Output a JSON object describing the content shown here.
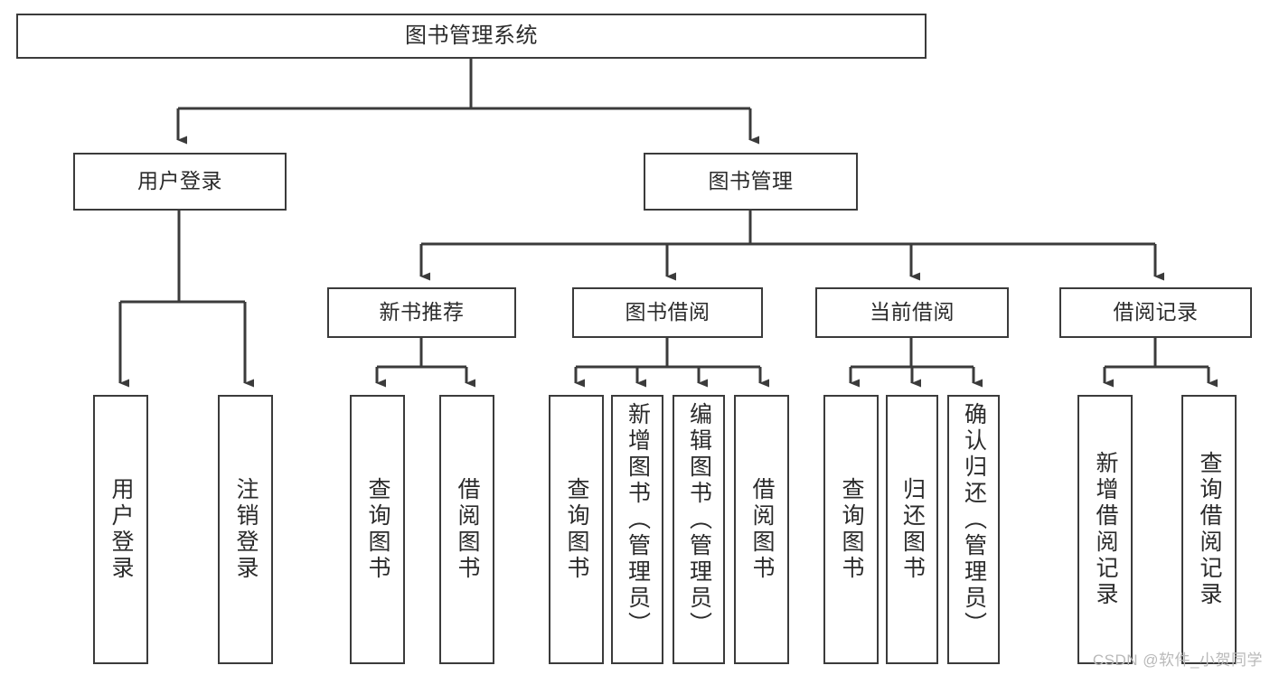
{
  "diagram": {
    "type": "tree",
    "title": "图书管理系统",
    "orientation": "top-down",
    "colors": {
      "box_border": "#3b3b3b",
      "box_fill": "#ffffff",
      "edge": "#3b3b3b",
      "text": "#2b2b2b",
      "watermark": "#b9b9b9",
      "background": "#ffffff"
    },
    "root": {
      "label": "图书管理系统"
    },
    "level2": [
      {
        "label": "用户登录"
      },
      {
        "label": "图书管理"
      }
    ],
    "level3": [
      {
        "label": "新书推荐"
      },
      {
        "label": "图书借阅"
      },
      {
        "label": "当前借阅"
      },
      {
        "label": "借阅记录"
      }
    ],
    "leaves": {
      "user_login": [
        {
          "label": "用户登录"
        },
        {
          "label": "注销登录"
        }
      ],
      "new_book": [
        {
          "label": "查询图书"
        },
        {
          "label": "借阅图书"
        }
      ],
      "borrow_book": [
        {
          "label": "查询图书"
        },
        {
          "label": "新增图书（管理员）"
        },
        {
          "label": "编辑图书（管理员）"
        },
        {
          "label": "借阅图书"
        }
      ],
      "current_borrow": [
        {
          "label": "查询图书"
        },
        {
          "label": "归还图书"
        },
        {
          "label": "确认归还（管理员）"
        }
      ],
      "borrow_record": [
        {
          "label": "新增借阅记录"
        },
        {
          "label": "查询借阅记录"
        }
      ]
    }
  },
  "watermark": {
    "text": "CSDN @软件_小贺同学"
  }
}
